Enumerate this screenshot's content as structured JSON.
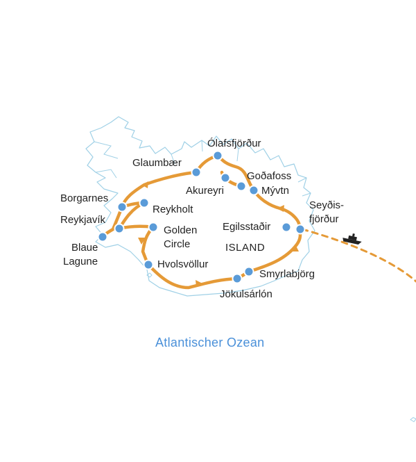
{
  "colors": {
    "coast": "#9fd0e6",
    "route": "#e59a37",
    "stop": "#5a9bd8",
    "stop_stroke": "#ffffff",
    "label": "#222222",
    "ocean_label": "#4a90d9",
    "ferry": "#222222"
  },
  "map": {
    "country_label": "ISLAND",
    "ocean_label": "Atlantischer Ozean",
    "ferry_icon": "ferry-ship-icon"
  },
  "places": [
    {
      "id": "olafsfjordur",
      "name": "Ólafsfjörður"
    },
    {
      "id": "glaumbaer",
      "name": "Glaumbær"
    },
    {
      "id": "akureyri",
      "name": "Akureyri"
    },
    {
      "id": "godafoss",
      "name": "Goðafoss"
    },
    {
      "id": "myvatn",
      "name": "Mývtn"
    },
    {
      "id": "borgarnes",
      "name": "Borgarnes"
    },
    {
      "id": "reykholt",
      "name": "Reykholt"
    },
    {
      "id": "reykjavik",
      "name": "Reykjavík"
    },
    {
      "id": "seydisfjordur_1",
      "name": "Seyðis-"
    },
    {
      "id": "seydisfjordur_2",
      "name": "fjörður"
    },
    {
      "id": "egilsstadir",
      "name": "Egilsstaðir"
    },
    {
      "id": "golden_1",
      "name": "Golden"
    },
    {
      "id": "golden_2",
      "name": "Circle"
    },
    {
      "id": "blaue_1",
      "name": "Blaue"
    },
    {
      "id": "blaue_2",
      "name": "Lagune"
    },
    {
      "id": "hvolsvollur",
      "name": "Hvolsvöllur"
    },
    {
      "id": "smyrlabjorg",
      "name": "Smyrlabjörg"
    },
    {
      "id": "jokulsarlon",
      "name": "Jökulsárlón"
    }
  ]
}
